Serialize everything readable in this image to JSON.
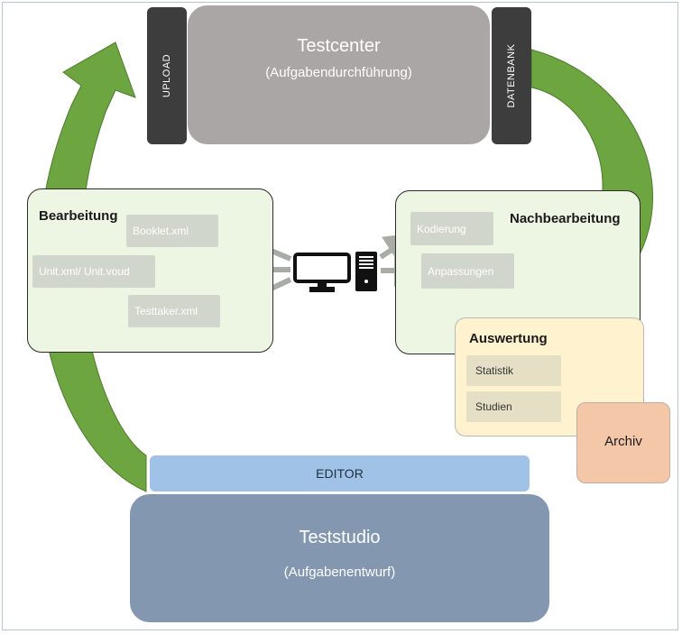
{
  "testcenter": {
    "title": "Testcenter",
    "subtitle": "(Aufgabendurchführung)",
    "left_bar": "UPLOAD",
    "right_bar": "DATENBANK"
  },
  "bearbeitung": {
    "title": "Bearbeitung",
    "files": [
      "Booklet.xml",
      "Unit.xml/ Unit.voud",
      "Testtaker.xml"
    ]
  },
  "nachbearbeitung": {
    "title": "Nachbearbeitung",
    "items": [
      "Kodierung",
      "Anpassungen"
    ]
  },
  "auswertung": {
    "title": "Auswertung",
    "items": [
      "Statistik",
      "Studien"
    ]
  },
  "archiv": {
    "label": "Archiv"
  },
  "editor": {
    "label": "EDITOR"
  },
  "teststudio": {
    "title": "Teststudio",
    "subtitle": "(Aufgabenentwurf)"
  },
  "colors": {
    "arrow_green": "#70ad47",
    "testcenter_gray": "#aba6a6",
    "panel_green": "#edf5e3",
    "auswertung_yellow": "#fff2cf",
    "archiv_peach": "#f4c7a9",
    "editor_blue": "#a0c2e6",
    "teststudio_blue": "#8497b0"
  }
}
